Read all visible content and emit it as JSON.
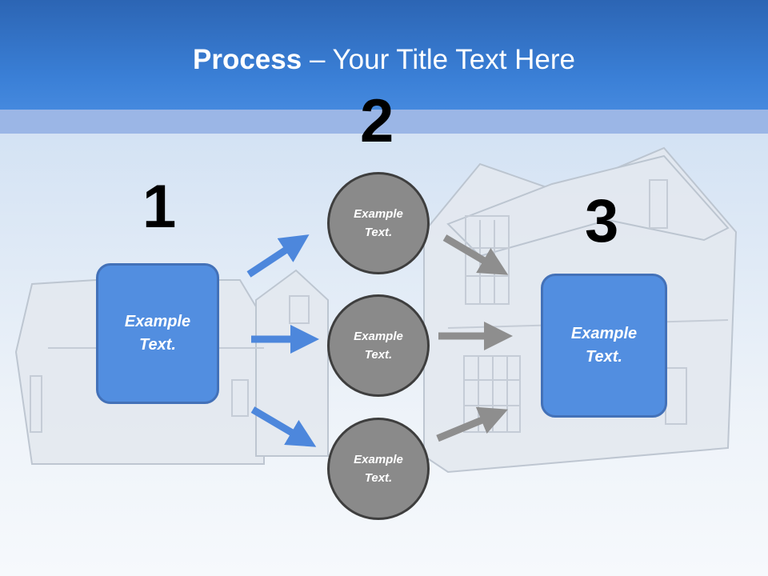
{
  "title": {
    "bold": "Process",
    "rest": " – Your Title Text Here"
  },
  "steps": {
    "one": "1",
    "two": "2",
    "three": "3"
  },
  "left_box": {
    "line1": "Example",
    "line2": "Text."
  },
  "circles": [
    {
      "line1": "Example",
      "line2": "Text."
    },
    {
      "line1": "Example",
      "line2": "Text."
    },
    {
      "line1": "Example",
      "line2": "Text."
    }
  ],
  "right_box": {
    "line1": "Example",
    "line2": "Text."
  },
  "colors": {
    "header": "#3a7fd6",
    "box_fill": "#528ee0",
    "circle_fill": "#8a8a8a",
    "blue_arrow": "#4d87dc",
    "gray_arrow": "#8e8e8e"
  },
  "background_image": "house-wireframe"
}
